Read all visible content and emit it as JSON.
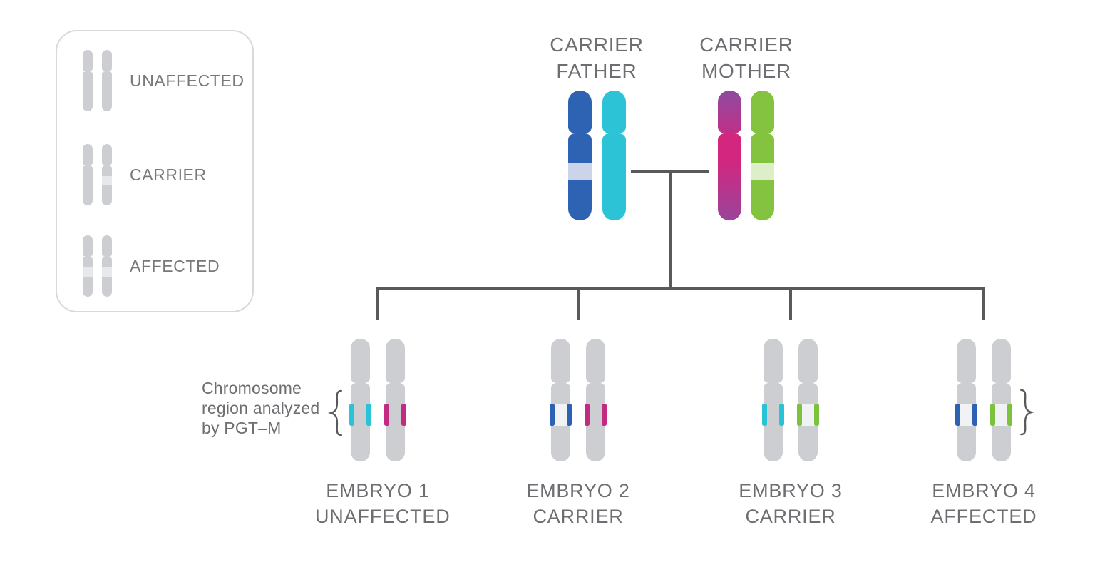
{
  "colors": {
    "background": "#ffffff",
    "text": "#6d6e71",
    "legend_text": "#77787b",
    "line": "#58595b",
    "chromosome_gray": "#cdced1",
    "legend_band": "#e7e8ea",
    "legend_border": "#d8d9da",
    "father_blue": "#2e62b3",
    "father_blue_band": "#ccd4e9",
    "father_cyan": "#2cc3d6",
    "mother_purple": "#93489d",
    "mother_magenta": "#d3267f",
    "mother_green": "#83c340",
    "mother_green_band": "#ddefc8",
    "tick_cyan": "#29c3d8",
    "tick_magenta": "#c32a81",
    "tick_blue": "#2d61b3",
    "tick_green": "#7dc23e",
    "mutation_box": "#f0f2f4"
  },
  "legend": {
    "items": [
      {
        "label": "UNAFFECTED"
      },
      {
        "label": "CARRIER"
      },
      {
        "label": "AFFECTED"
      }
    ]
  },
  "parents": {
    "father": {
      "label": [
        "CARRIER",
        "FATHER"
      ]
    },
    "mother": {
      "label": [
        "CARRIER",
        "MOTHER"
      ]
    }
  },
  "annotation": {
    "lines": [
      "Chromosome",
      "region analyzed",
      "by PGT–M"
    ]
  },
  "embryos": [
    {
      "name": "EMBRYO 1",
      "status": "UNAFFECTED",
      "paternal_region": "cyan-normal",
      "maternal_region": "magenta-normal"
    },
    {
      "name": "EMBRYO 2",
      "status": "CARRIER",
      "paternal_region": "blue-mutation",
      "maternal_region": "magenta-normal"
    },
    {
      "name": "EMBRYO 3",
      "status": "CARRIER",
      "paternal_region": "cyan-normal",
      "maternal_region": "green-mutation"
    },
    {
      "name": "EMBRYO 4",
      "status": "AFFECTED",
      "paternal_region": "blue-mutation",
      "maternal_region": "green-mutation"
    }
  ]
}
